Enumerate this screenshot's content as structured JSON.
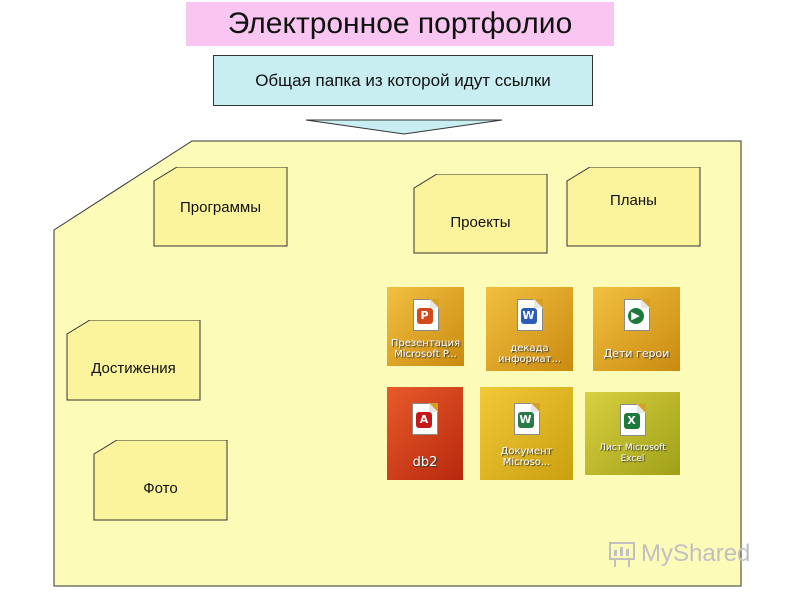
{
  "title": "Электронное портфолио",
  "header_folder": "Общая папка из которой идут ссылки",
  "folders": [
    {
      "id": "programs",
      "label": "Программы"
    },
    {
      "id": "projects",
      "label": "Проекты"
    },
    {
      "id": "plans",
      "label": "Планы"
    },
    {
      "id": "achievements",
      "label": "Достижения"
    },
    {
      "id": "photo",
      "label": "Фото"
    }
  ],
  "files": [
    {
      "label": "Презентация\nMicrosoft P...",
      "icon": "powerpoint-icon",
      "color": "#e0a418"
    },
    {
      "label": "декада\nинформат...",
      "icon": "word-icon",
      "color": "#e0a418"
    },
    {
      "label": "Дети герои",
      "icon": "media-player-icon",
      "color": "#e0a418"
    },
    {
      "label": "db2",
      "icon": "pdf-icon",
      "color": "#d0401a"
    },
    {
      "label": "Документ\nMicroso...",
      "icon": "word-icon",
      "color": "#d8b018"
    },
    {
      "label": "Лист Microsoft\nExcel",
      "icon": "excel-icon",
      "color": "#b8b828"
    }
  ],
  "watermark": "MyShared",
  "colors": {
    "folder_fill": "#fdfbb8",
    "card_fill": "#fcf49c",
    "title_bg": "#f8c6f0",
    "header_bg": "#c8eef2",
    "arrow_fill": "#c8eef2"
  }
}
